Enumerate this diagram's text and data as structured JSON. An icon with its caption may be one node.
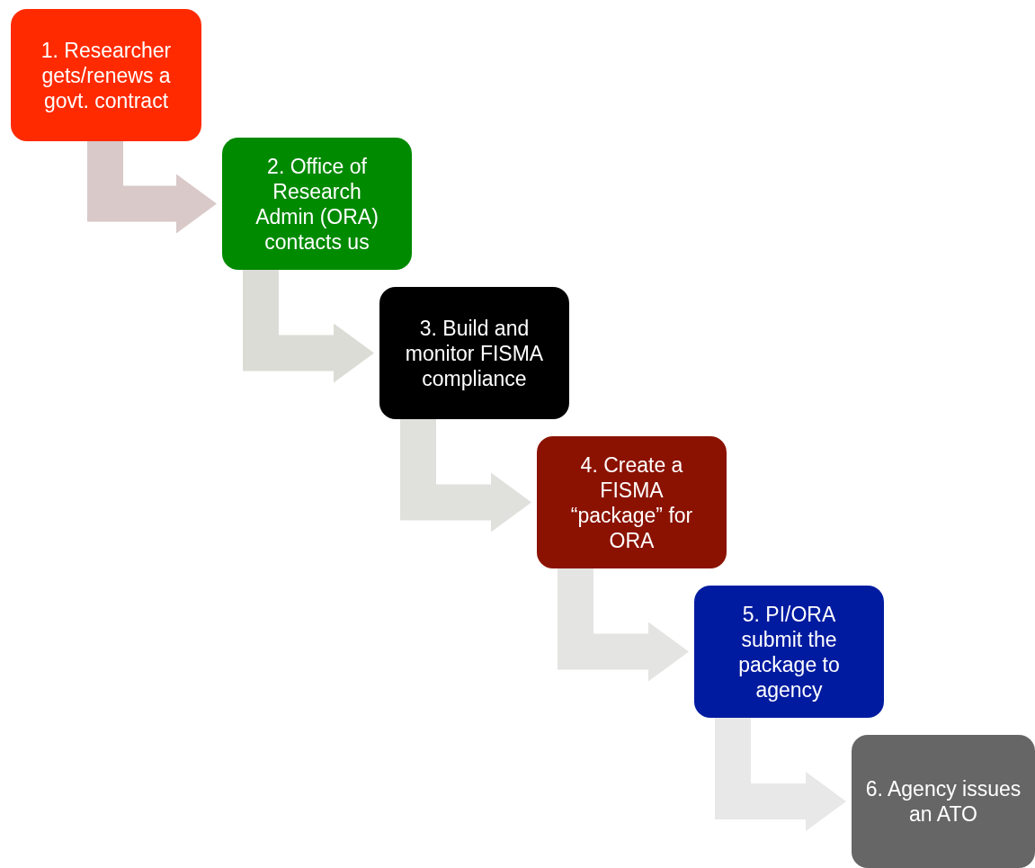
{
  "diagram": {
    "nodes": [
      {
        "text": [
          "1. Researcher gets/renews a govt. contract"
        ]
      },
      {
        "text": [
          "2. Office of Research Admin (ORA) contacts us"
        ]
      },
      {
        "text": [
          "3. Build and monitor FISMA compliance"
        ]
      },
      {
        "text": [
          "4. Create a FISMA “package” for ORA"
        ]
      },
      {
        "text": [
          "5. PI/ORA submit the package to agency"
        ]
      },
      {
        "text": [
          "6. Agency issues an ATO"
        ]
      }
    ],
    "edges": [
      {
        "from": 0,
        "to": 1,
        "arrow": "to",
        "color": "#d9c9c9"
      },
      {
        "from": 1,
        "to": 2,
        "arrow": "to",
        "color": "#dcdcd6"
      },
      {
        "from": 2,
        "to": 3,
        "arrow": "to",
        "color": "#e0e0dd"
      },
      {
        "from": 3,
        "to": 4,
        "arrow": "to",
        "color": "#e4e4e2"
      },
      {
        "from": 4,
        "to": 5,
        "arrow": "to",
        "color": "#e8e8e8"
      }
    ]
  }
}
